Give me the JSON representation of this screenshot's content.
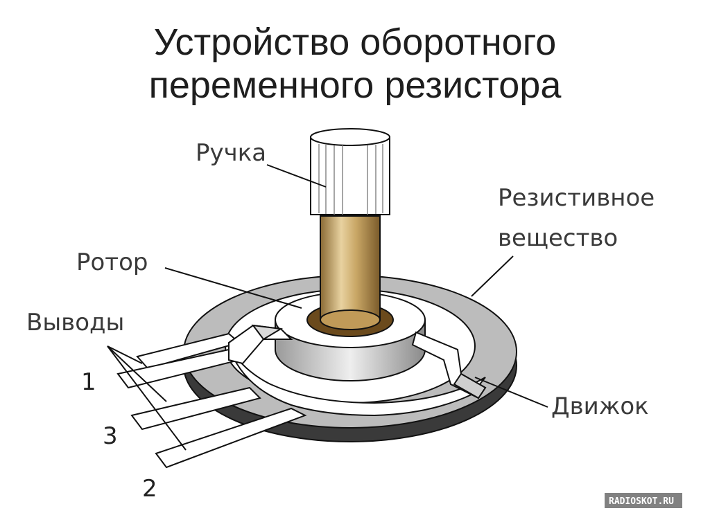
{
  "title": {
    "line1": "Устройство оборотного",
    "line2": "переменного резистора"
  },
  "labels": {
    "knob": "Ручка",
    "resistive_1": "Резистивное",
    "resistive_2": "вещество",
    "rotor": "Ротор",
    "terminals": "Выводы",
    "wiper": "Движок",
    "n1": "1",
    "n3": "3",
    "n2": "2"
  },
  "watermark": "RADIOSKOT.RU",
  "colors": {
    "shaft": "#c8a86a",
    "bushing": "#6b4a1c",
    "ring": "#b4b4b4",
    "line": "#111111"
  }
}
